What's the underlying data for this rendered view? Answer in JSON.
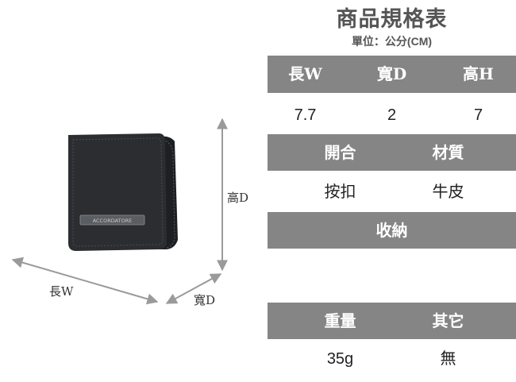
{
  "title": "商品規格表",
  "unit": "單位：公分(CM)",
  "dimensions": {
    "headers": [
      "長W",
      "寬D",
      "高H"
    ],
    "values": [
      "7.7",
      "2",
      "7"
    ]
  },
  "closure_material": {
    "headers": [
      "開合",
      "材質"
    ],
    "values": [
      "按扣",
      "牛皮"
    ]
  },
  "storage": {
    "header": "收納",
    "value": ""
  },
  "weight_other": {
    "headers": [
      "重量",
      "其它"
    ],
    "values": [
      "35g",
      "無"
    ]
  },
  "diagram": {
    "height_label": "高D",
    "width_label": "長W",
    "depth_label": "寬D",
    "brand_plate_text": "ACCORDATORE",
    "colors": {
      "header_bg": "#858585",
      "product": "#2b2d31",
      "arrow": "#9a9a9a"
    }
  }
}
